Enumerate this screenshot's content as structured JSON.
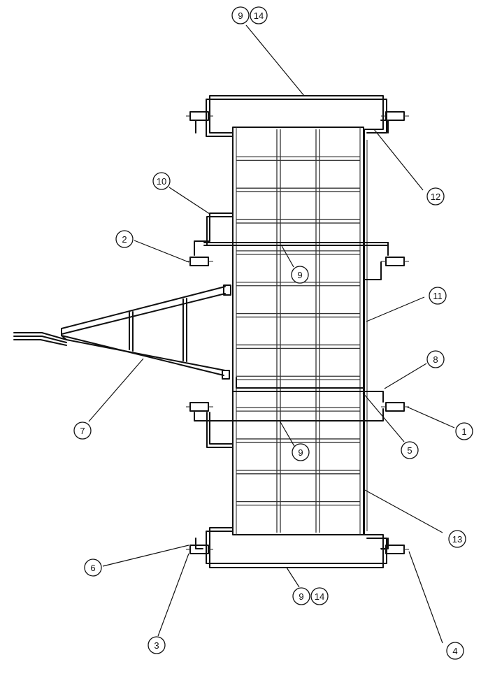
{
  "callouts": [
    {
      "id": "c-9-top",
      "label": "9"
    },
    {
      "id": "c-14-top",
      "label": "14"
    },
    {
      "id": "c-12",
      "label": "12"
    },
    {
      "id": "c-10",
      "label": "10"
    },
    {
      "id": "c-2",
      "label": "2"
    },
    {
      "id": "c-9-upper",
      "label": "9"
    },
    {
      "id": "c-11",
      "label": "11"
    },
    {
      "id": "c-8",
      "label": "8"
    },
    {
      "id": "c-7",
      "label": "7"
    },
    {
      "id": "c-1",
      "label": "1"
    },
    {
      "id": "c-9-lower",
      "label": "9"
    },
    {
      "id": "c-5",
      "label": "5"
    },
    {
      "id": "c-13",
      "label": "13"
    },
    {
      "id": "c-6",
      "label": "6"
    },
    {
      "id": "c-9-bottom",
      "label": "9"
    },
    {
      "id": "c-14-bottom",
      "label": "14"
    },
    {
      "id": "c-3",
      "label": "3"
    },
    {
      "id": "c-4",
      "label": "4"
    }
  ]
}
